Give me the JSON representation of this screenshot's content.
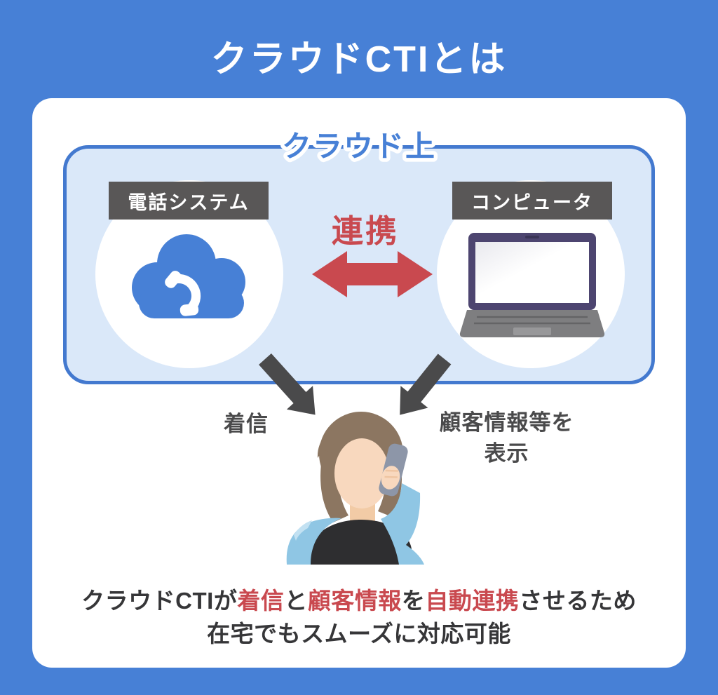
{
  "title": "クラウドCTIとは",
  "cloud_box": {
    "label": "クラウド上",
    "phone_system": {
      "label": "電話システム",
      "icon": "cloud-phone-icon"
    },
    "computer": {
      "label": "コンピュータ",
      "icon": "laptop-icon"
    },
    "link": {
      "label": "連携",
      "icon": "red-double-arrow-icon"
    }
  },
  "flow": {
    "left_label": "着信",
    "right_label_line1": "顧客情報等を",
    "right_label_line2": "表示",
    "left_icon": "down-right-arrow-icon",
    "right_icon": "down-left-arrow-icon",
    "person_icon": "operator-with-phone-illustration"
  },
  "caption": {
    "line1_parts": [
      {
        "text": "クラウドCTIが",
        "emphasis": false
      },
      {
        "text": "着信",
        "emphasis": true
      },
      {
        "text": "と",
        "emphasis": false
      },
      {
        "text": "顧客情報",
        "emphasis": true
      },
      {
        "text": "を",
        "emphasis": false
      },
      {
        "text": "自動連携",
        "emphasis": true
      },
      {
        "text": "させるため",
        "emphasis": false
      }
    ],
    "line2": "在宅でもスムーズに対応可能"
  },
  "colors": {
    "background_blue": "#4780D6",
    "panel_white": "#FFFFFF",
    "cloud_panel_blue": "#DAE8F9",
    "cloud_border_blue": "#4379CF",
    "label_box_gray": "#595757",
    "accent_red": "#C9494F",
    "diagram_text_gray": "#4A4A4B",
    "caption_text_dark": "#363638"
  }
}
